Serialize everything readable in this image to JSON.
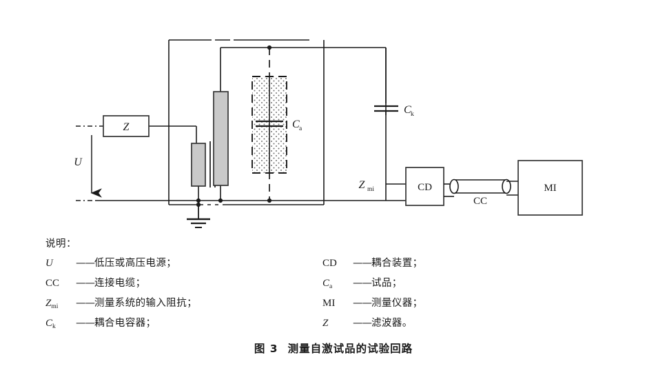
{
  "figure": {
    "caption_number": "图 3",
    "caption_text": "测量自激试品的试验回路"
  },
  "legend": {
    "title": "说明：",
    "left_column": [
      {
        "symbol": "U",
        "subscript": "",
        "italic": true,
        "dash": "——",
        "description": "低压或高压电源；"
      },
      {
        "symbol": "CC",
        "subscript": "",
        "italic": false,
        "dash": "——",
        "description": "连接电缆；"
      },
      {
        "symbol": "Z",
        "subscript": "mi",
        "italic": true,
        "dash": "——",
        "description": "测量系统的输入阻抗；"
      },
      {
        "symbol": "C",
        "subscript": "k",
        "italic": true,
        "dash": "——",
        "description": "耦合电容器；"
      }
    ],
    "right_column": [
      {
        "symbol": "CD",
        "subscript": "",
        "italic": false,
        "dash": "——",
        "description": "耦合装置；"
      },
      {
        "symbol": "C",
        "subscript": "a",
        "italic": true,
        "dash": "——",
        "description": "试品；"
      },
      {
        "symbol": "MI",
        "subscript": "",
        "italic": false,
        "dash": "——",
        "description": "测量仪器；"
      },
      {
        "symbol": "Z",
        "subscript": "",
        "italic": true,
        "dash": "——",
        "description": "滤波器。"
      }
    ]
  },
  "schematic": {
    "labels": {
      "filter_box": "Z",
      "voltage_arrow": "U",
      "test_object_cap": "C",
      "test_object_cap_sub": "a",
      "coupling_cap": "C",
      "coupling_cap_sub": "k",
      "input_impedance": "Z",
      "input_impedance_sub": "mi",
      "coupling_device_box": "CD",
      "connecting_cable": "CC",
      "measuring_instrument_box": "MI"
    },
    "colors": {
      "line": "#1a1a1a",
      "component_fill": "#c9c9c9",
      "component_stroke": "#333333",
      "test_object_stipple": "#5a5a5a",
      "background": "#ffffff"
    }
  }
}
